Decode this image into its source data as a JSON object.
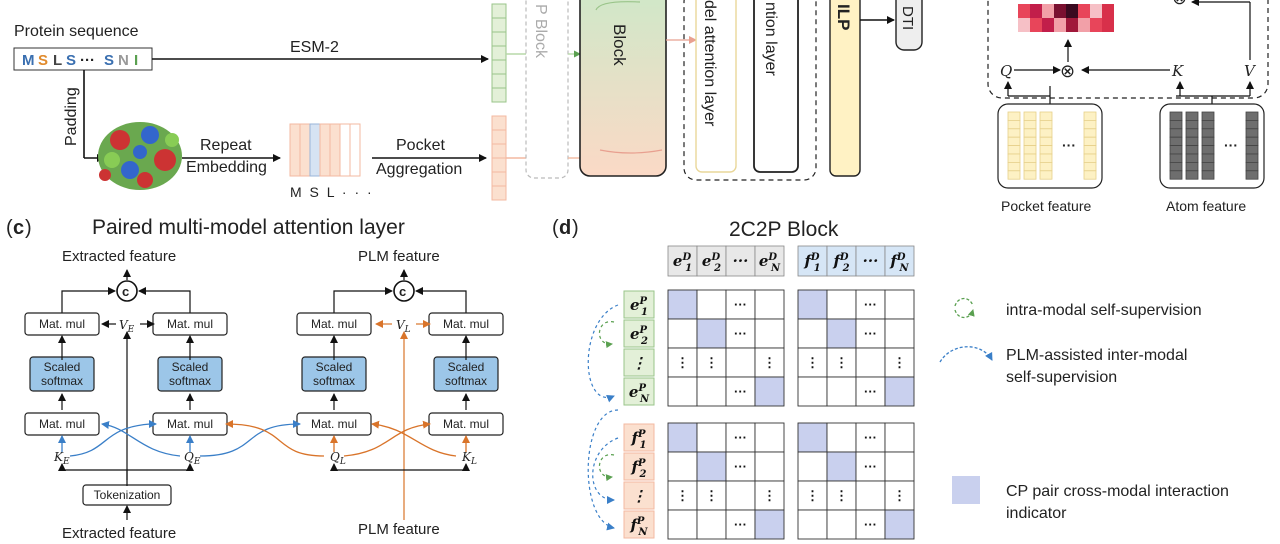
{
  "panel_a": {
    "protein_sequence_label": "Protein sequence",
    "sequence_letters": [
      "M",
      "S",
      "L",
      "S",
      "···",
      "S",
      "N",
      "I"
    ],
    "sequence_colors": [
      "#3a6fb0",
      "#e08a2c",
      "#444",
      "#3a6fb0",
      "#222",
      "#3a6fb0",
      "#999",
      "#5aa050"
    ],
    "esm_label": "ESM-2",
    "padding_label": "Padding",
    "repeat_embedding_label_1": "Repeat",
    "repeat_embedding_label_2": "Embedding",
    "msl_label": "M S L · · ·",
    "pocket_aggregation_label_1": "Pocket",
    "pocket_aggregation_label_2": "Aggregation",
    "block_faded_label": "P Block",
    "block_label": "Block",
    "attention_label_1": "del attention layer",
    "attention_label_2": "ntion layer",
    "mlp_label": "ILP",
    "dti_label": "DTI"
  },
  "panel_b": {
    "q_label": "Q",
    "k_label": "K",
    "v_label": "V",
    "otimes_symbol": "⊗",
    "dots": "···",
    "pocket_feature_label": "Pocket feature",
    "atom_feature_label": "Atom feature",
    "heatmap_colors": [
      "#e8455a",
      "#c21e4a",
      "#f2a0a8",
      "#7a1030",
      "#3a0a20",
      "#e8455a",
      "#f6c0c6",
      "#d8304a",
      "#f6c0c6",
      "#e8455a",
      "#c21e4a",
      "#f2a0a8",
      "#a0183a",
      "#f2a0a8",
      "#e8455a",
      "#d8304a"
    ]
  },
  "panel_c": {
    "letter": "c",
    "title": "Paired multi-model attention layer",
    "extracted_feature_top": "Extracted feature",
    "plm_feature_top": "PLM feature",
    "extracted_feature_bottom": "Extracted feature",
    "plm_feature_bottom": "PLM feature",
    "concat_symbol": "c",
    "matmul_label": "Mat. mul",
    "scaled_label_1": "Scaled",
    "scaled_label_2": "softmax",
    "v_e": "V",
    "v_e_sub": "E",
    "v_l": "V",
    "v_l_sub": "L",
    "k_e": "K",
    "k_e_sub": "E",
    "q_e": "Q",
    "q_e_sub": "E",
    "q_l": "Q",
    "q_l_sub": "L",
    "k_l": "K",
    "k_l_sub": "L",
    "tokenization_label": "Tokenization",
    "blue_arrow_color": "#3a7fc8",
    "orange_arrow_color": "#d9742a"
  },
  "panel_d": {
    "letter": "d",
    "title": "2C2P Block",
    "e_header": [
      {
        "b": "e",
        "sup": "D",
        "sub": "1"
      },
      {
        "b": "e",
        "sup": "D",
        "sub": "2"
      },
      {
        "b": "···",
        "sup": "",
        "sub": ""
      },
      {
        "b": "e",
        "sup": "D",
        "sub": "N"
      }
    ],
    "f_header": [
      {
        "b": "f",
        "sup": "D",
        "sub": "1"
      },
      {
        "b": "f",
        "sup": "D",
        "sub": "2"
      },
      {
        "b": "···",
        "sup": "",
        "sub": ""
      },
      {
        "b": "f",
        "sup": "D",
        "sub": "N"
      }
    ],
    "e_rows": [
      {
        "b": "e",
        "sup": "P",
        "sub": "1"
      },
      {
        "b": "e",
        "sup": "P",
        "sub": "2"
      },
      {
        "b": "⋮",
        "sup": "",
        "sub": ""
      },
      {
        "b": "e",
        "sup": "P",
        "sub": "N"
      }
    ],
    "f_rows": [
      {
        "b": "f",
        "sup": "P",
        "sub": "1"
      },
      {
        "b": "f",
        "sup": "P",
        "sub": "2"
      },
      {
        "b": "⋮",
        "sup": "",
        "sub": ""
      },
      {
        "b": "f",
        "sup": "P",
        "sub": "N"
      }
    ],
    "grid_dots_h": "···",
    "grid_dots_v": "⋮",
    "legend": {
      "intra": "intra-modal self-supervision",
      "inter_1": "PLM-assisted inter-modal",
      "inter_2": "self-supervision",
      "cp_1": "CP pair cross-modal interaction",
      "cp_2": "indicator"
    },
    "e_color": "#e3f0d8",
    "f_color": "#fbe0cf",
    "header_e_color": "#e8e8e8",
    "header_f_color": "#d6e6f6",
    "indicator_color": "#c9d0ee"
  }
}
